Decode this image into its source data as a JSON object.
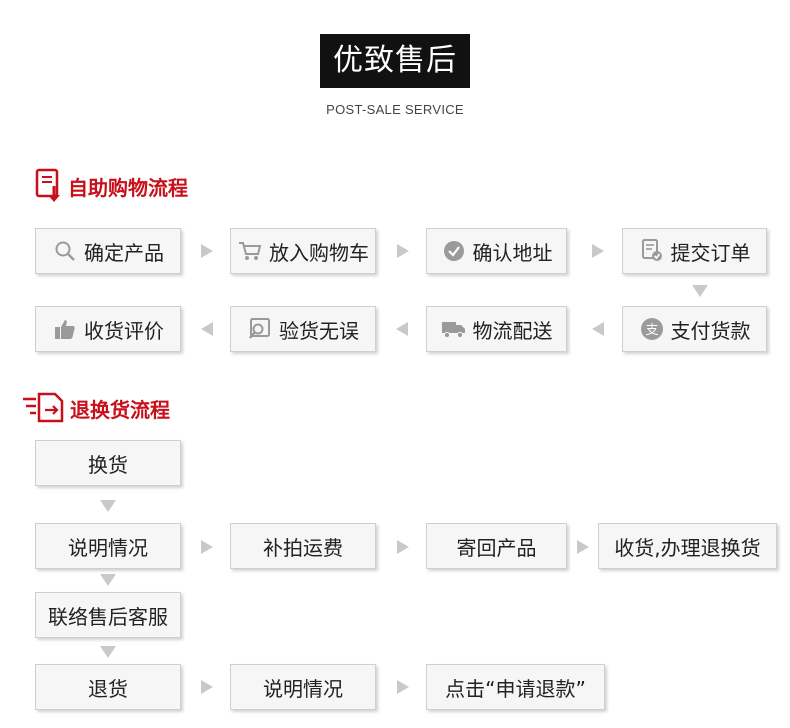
{
  "header": {
    "title": "优致售后",
    "subtitle": "POST-SALE SERVICE"
  },
  "self_service": {
    "heading": "自助购物流程",
    "row1": [
      "确定产品",
      "放入购物车",
      "确认地址",
      "提交订单"
    ],
    "row2": [
      "收货评价",
      "验货无误",
      "物流配送",
      "支付货款"
    ]
  },
  "returns": {
    "heading": "退换货流程",
    "exchange": "换货",
    "exchange_row": [
      "说明情况",
      "补拍运费",
      "寄回产品",
      "收货,办理退换货"
    ],
    "contact": "联络售后客服",
    "return_row": [
      "退货",
      "说明情况",
      "点击“申请退款”"
    ]
  },
  "colors": {
    "accent": "#c8101a",
    "title_bg": "#111111",
    "box_bg": "#f6f6f6",
    "arrow": "#c9c9c9"
  }
}
